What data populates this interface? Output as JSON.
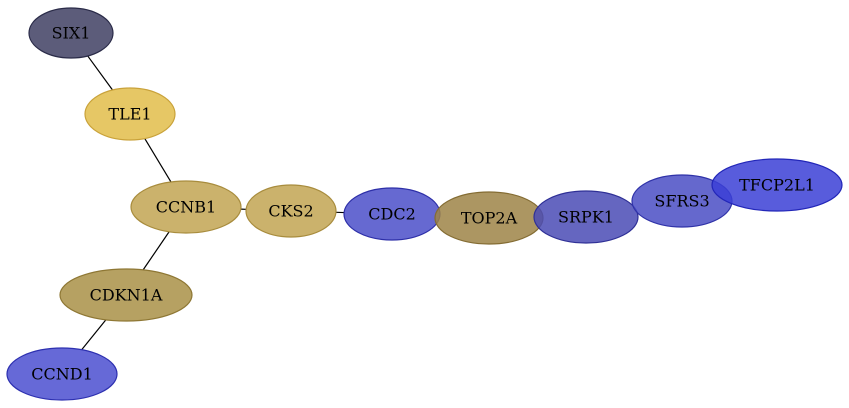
{
  "nodes": [
    {
      "id": "SIX1",
      "label": "SIX1",
      "fill": "#3f4063",
      "stroke": "#2a2b48"
    },
    {
      "id": "TLE1",
      "label": "TLE1",
      "fill": "#e2bd4a",
      "stroke": "#c9a23a"
    },
    {
      "id": "CCNB1",
      "label": "CCNB1",
      "fill": "#c2a452",
      "stroke": "#a88c3d"
    },
    {
      "id": "CKS2",
      "label": "CKS2",
      "fill": "#c2a452",
      "stroke": "#a88c3d"
    },
    {
      "id": "CDC2",
      "label": "CDC2",
      "fill": "#4b4fc9",
      "stroke": "#2d2fa8"
    },
    {
      "id": "TOP2A",
      "label": "TOP2A",
      "fill": "#9e8446",
      "stroke": "#846c33"
    },
    {
      "id": "SRPK1",
      "label": "SRPK1",
      "fill": "#4a4bb5",
      "stroke": "#2f3096"
    },
    {
      "id": "SFRS3",
      "label": "SFRS3",
      "fill": "#4a4ec4",
      "stroke": "#2f32a8"
    },
    {
      "id": "TFCP2L1",
      "label": "TFCP2L1",
      "fill": "#3b40d6",
      "stroke": "#2226b8"
    },
    {
      "id": "CDKN1A",
      "label": "CDKN1A",
      "fill": "#a99046",
      "stroke": "#8e7734"
    },
    {
      "id": "CCND1",
      "label": "CCND1",
      "fill": "#4b4fd0",
      "stroke": "#2d30b0"
    }
  ],
  "edges": [
    {
      "from": "SIX1",
      "to": "TLE1"
    },
    {
      "from": "TLE1",
      "to": "CCNB1"
    },
    {
      "from": "CCNB1",
      "to": "CKS2"
    },
    {
      "from": "CKS2",
      "to": "CDC2"
    },
    {
      "from": "CCNB1",
      "to": "CDKN1A"
    },
    {
      "from": "CDKN1A",
      "to": "CCND1"
    }
  ]
}
